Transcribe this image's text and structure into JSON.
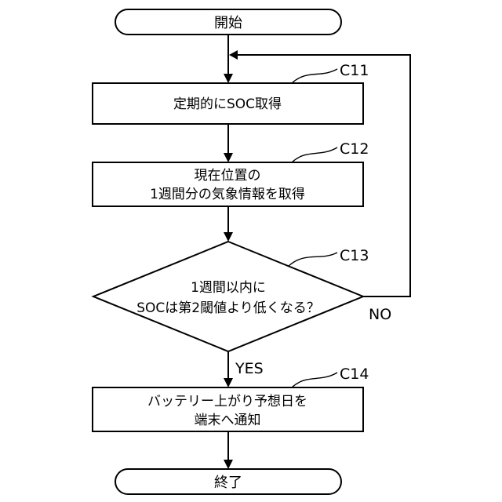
{
  "flowchart": {
    "start": {
      "label": "開始"
    },
    "steps": [
      {
        "ref": "C11",
        "lines": [
          "定期的にSOC取得"
        ]
      },
      {
        "ref": "C12",
        "lines": [
          "現在位置の",
          "1週間分の気象情報を取得"
        ]
      },
      {
        "ref": "C13",
        "lines": [
          "1週間以内に",
          "SOCは第2閾値より低くなる？"
        ]
      },
      {
        "ref": "C14",
        "lines": [
          "バッテリー上がり予想日を",
          "端末へ通知"
        ]
      }
    ],
    "branches": {
      "yes": "YES",
      "no": "NO"
    },
    "end": {
      "label": "終了"
    }
  }
}
